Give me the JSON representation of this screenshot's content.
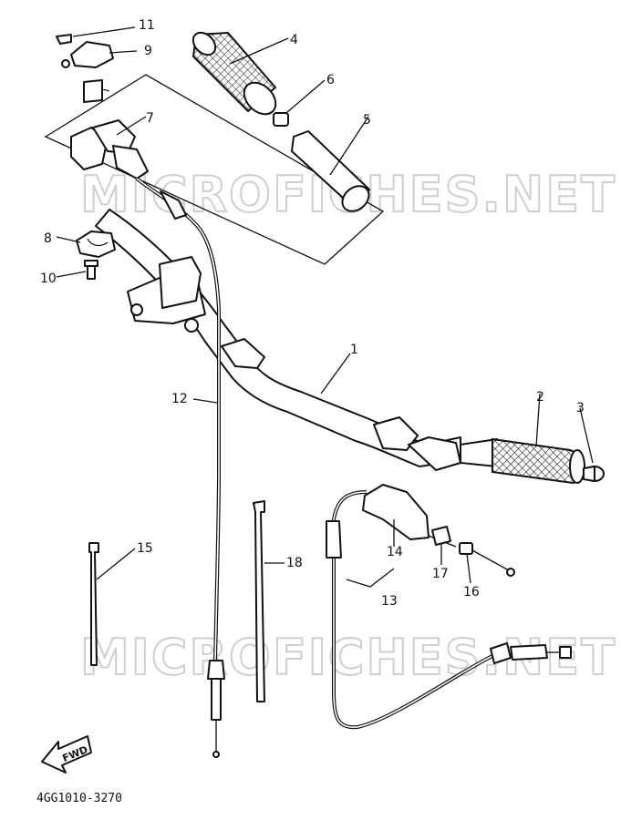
{
  "diagram": {
    "drawing_code": "4GG1010-3270",
    "watermark": "MICROFICHES.NET",
    "direction_label": "FWD",
    "callouts": [
      {
        "id": "1",
        "label": "1"
      },
      {
        "id": "2",
        "label": "2"
      },
      {
        "id": "3",
        "label": "3"
      },
      {
        "id": "4",
        "label": "4"
      },
      {
        "id": "5",
        "label": "5"
      },
      {
        "id": "6",
        "label": "6"
      },
      {
        "id": "7",
        "label": "7"
      },
      {
        "id": "8",
        "label": "8"
      },
      {
        "id": "9",
        "label": "9"
      },
      {
        "id": "10",
        "label": "10"
      },
      {
        "id": "11",
        "label": "11"
      },
      {
        "id": "12",
        "label": "12"
      },
      {
        "id": "13",
        "label": "13"
      },
      {
        "id": "14",
        "label": "14"
      },
      {
        "id": "15",
        "label": "15"
      },
      {
        "id": "16",
        "label": "16"
      },
      {
        "id": "17",
        "label": "17"
      },
      {
        "id": "18",
        "label": "18"
      }
    ]
  }
}
